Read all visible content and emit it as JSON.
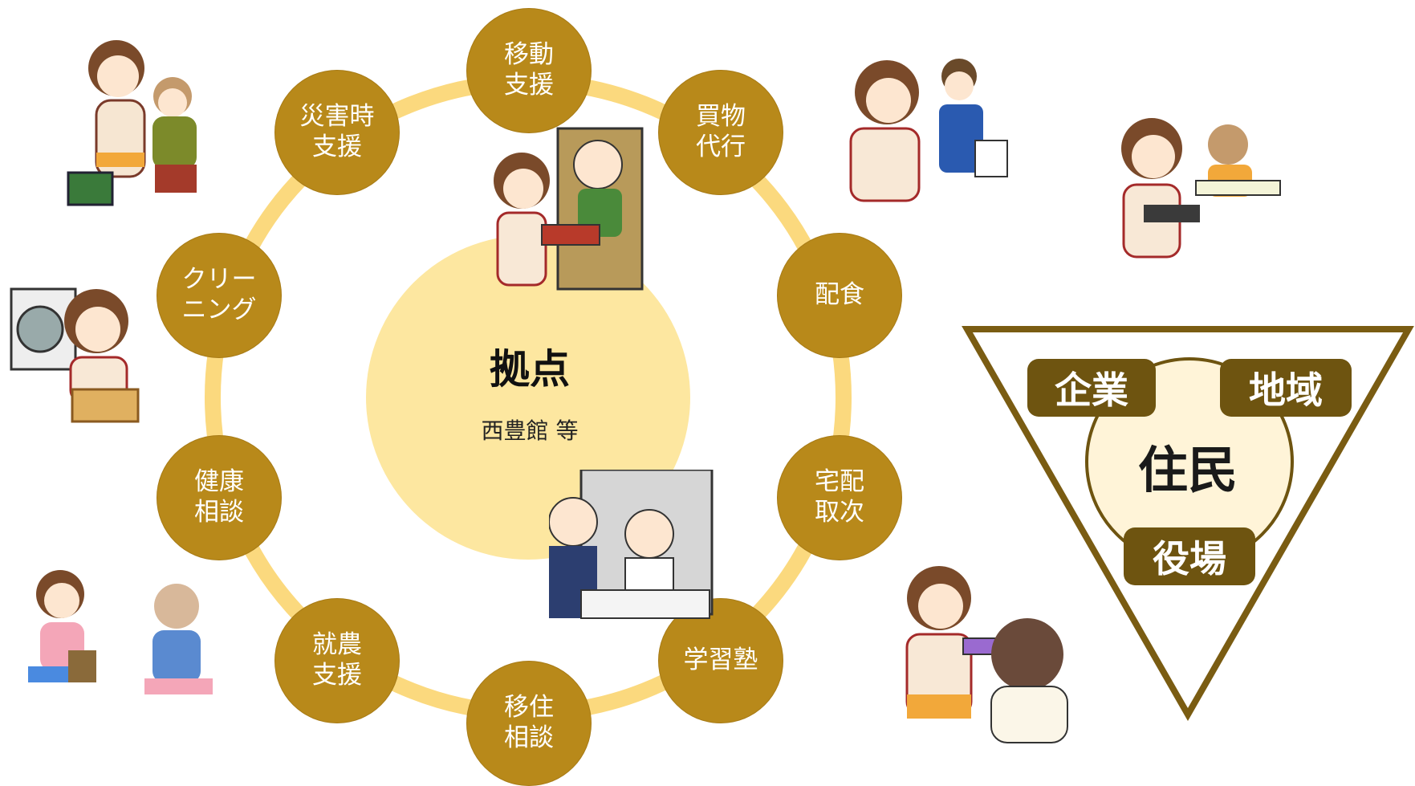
{
  "hub": {
    "title": "拠点",
    "subtitle": "西豊館 等"
  },
  "services": [
    {
      "label": "移動\n支援"
    },
    {
      "label": "買物\n代行"
    },
    {
      "label": "配食"
    },
    {
      "label": "宅配\n取次"
    },
    {
      "label": "学習塾"
    },
    {
      "label": "移住\n相談"
    },
    {
      "label": "就農\n支援"
    },
    {
      "label": "健康\n相談"
    },
    {
      "label": "クリー\nニング"
    },
    {
      "label": "災害時\n支援"
    }
  ],
  "stakeholders": {
    "top_left": "企業",
    "top_right": "地域",
    "center": "住民",
    "bottom": "役場"
  },
  "colors": {
    "ring": "#fbd97e",
    "hub": "#fde7a0",
    "node": "#b8891a",
    "tag": "#6e5410",
    "triangle": "#7a5c12",
    "inner_circle": "#fff4d8"
  },
  "illustrations": [
    "caregiver-walking-with-elder-icon",
    "laundry-worker-icon",
    "health-consultation-icon",
    "meal-delivery-to-elder-icon",
    "tutoring-session-icon",
    "shopping-helper-icon",
    "meal-assistance-icon",
    "delivery-handoff-icon"
  ]
}
